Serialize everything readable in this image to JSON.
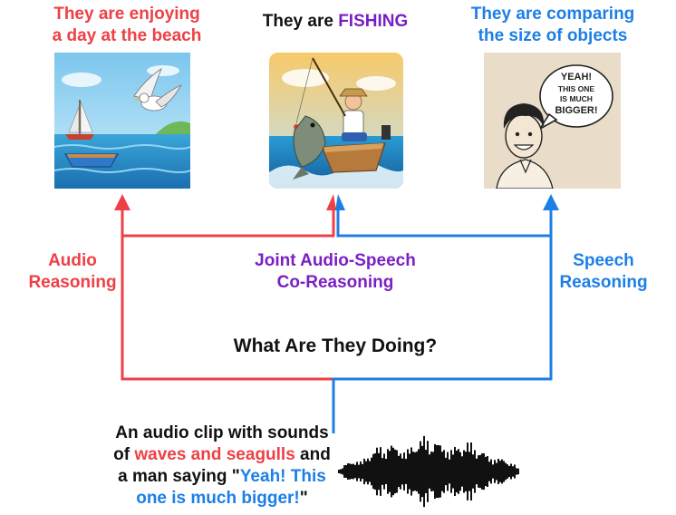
{
  "captions": {
    "beach": {
      "line1": "They are enjoying",
      "line2": "a day at the beach"
    },
    "fishing": {
      "prefix": "They are ",
      "highlight": "FISHING"
    },
    "compare": {
      "line1": "They are comparing",
      "line2": "the size of objects"
    }
  },
  "comic_speech_bubble": {
    "line1": "YEAH!",
    "line2": "THIS ONE",
    "line3": "IS MUCH",
    "line4": "BIGGER!"
  },
  "labels": {
    "audio_reasoning": {
      "line1": "Audio",
      "line2": "Reasoning"
    },
    "joint": {
      "line1": "Joint Audio-Speech",
      "line2": "Co-Reasoning"
    },
    "speech_reasoning": {
      "line1": "Speech",
      "line2": "Reasoning"
    }
  },
  "question": "What Are They Doing?",
  "audio_description": {
    "line1": "An audio clip with sounds",
    "line2_prefix": "of ",
    "line2_highlight": "waves and seagulls",
    "line2_suffix": " and",
    "line3_prefix": "a man saying \"",
    "line3_highlight": "Yeah! This",
    "line4_highlight": "one is much bigger!",
    "line4_suffix": "\""
  },
  "colors": {
    "audio_red": "#ee4046",
    "speech_blue": "#1d7fe6",
    "joint_purple": "#7a1fc4",
    "text_black": "#111111"
  }
}
